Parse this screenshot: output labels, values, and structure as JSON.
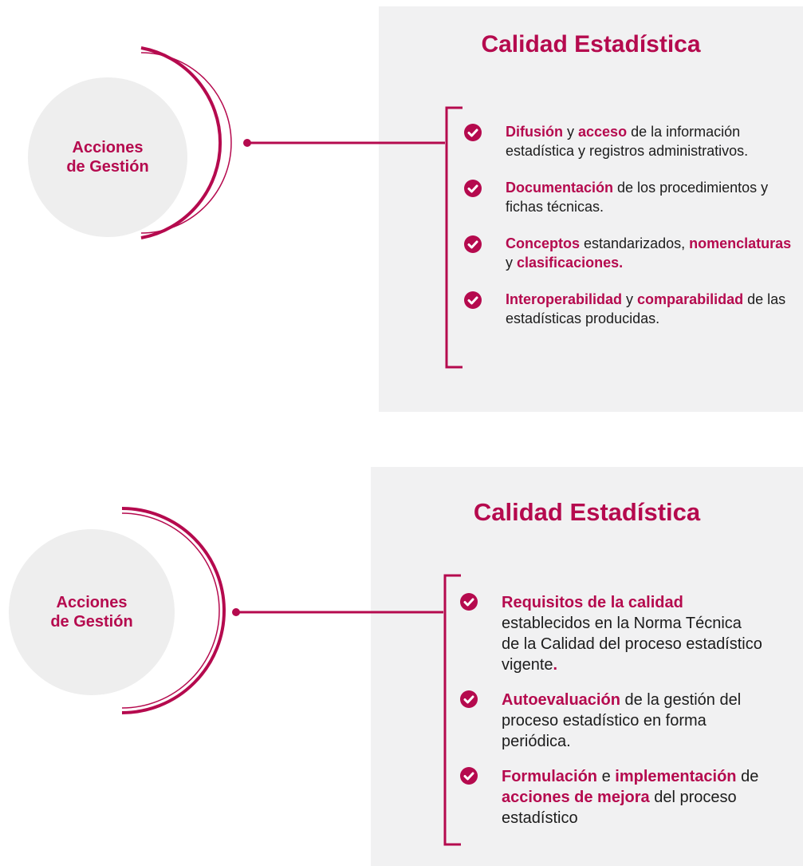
{
  "colors": {
    "accent": "#b50a4e",
    "panel_bg": "#f1f1f2",
    "circle_bg": "#eeeeee",
    "text": "#1c1c1c"
  },
  "panels": [
    {
      "title": "Calidad Estadística",
      "circle_label_line1": "Acciones",
      "circle_label_line2": "de Gestión",
      "icon": "check-circle-icon",
      "items": [
        {
          "segments": [
            {
              "text": "Difusión",
              "strong": true
            },
            {
              "text": " y ",
              "strong": false
            },
            {
              "text": "acceso",
              "strong": true
            },
            {
              "text": " de la información estadística y registros administrativos.",
              "strong": false
            }
          ]
        },
        {
          "segments": [
            {
              "text": "Documentación",
              "strong": true
            },
            {
              "text": " de los procedimientos y fichas técnicas.",
              "strong": false
            }
          ]
        },
        {
          "segments": [
            {
              "text": "Conceptos",
              "strong": true
            },
            {
              "text": " estandarizados, ",
              "strong": false
            },
            {
              "text": "nomenclaturas",
              "strong": true
            },
            {
              "text": " y ",
              "strong": false
            },
            {
              "text": "clasificaciones.",
              "strong": true
            }
          ]
        },
        {
          "segments": [
            {
              "text": "Interoperabilidad",
              "strong": true
            },
            {
              "text": " y ",
              "strong": false
            },
            {
              "text": "comparabilidad",
              "strong": true
            },
            {
              "text": " de las estadísticas producidas.",
              "strong": false
            }
          ]
        }
      ]
    },
    {
      "title": "Calidad Estadística",
      "circle_label_line1": "Acciones",
      "circle_label_line2": "de Gestión",
      "icon": "check-circle-icon",
      "items": [
        {
          "segments": [
            {
              "text": "Requisitos de la calidad",
              "strong": true
            },
            {
              "text": " establecidos en la Norma Técnica de la Calidad del proceso estadístico vigente",
              "strong": false
            },
            {
              "text": ".",
              "strong": true
            }
          ]
        },
        {
          "segments": [
            {
              "text": "Autoevaluación",
              "strong": true
            },
            {
              "text": " de la gestión del proceso estadístico en forma periódica.",
              "strong": false
            }
          ]
        },
        {
          "segments": [
            {
              "text": "Formulación",
              "strong": true
            },
            {
              "text": " e ",
              "strong": false
            },
            {
              "text": "implementación",
              "strong": true
            },
            {
              "text": " de ",
              "strong": false
            },
            {
              "text": "acciones de mejora",
              "strong": true
            },
            {
              "text": " del proceso estadístico",
              "strong": false
            }
          ]
        }
      ]
    }
  ]
}
